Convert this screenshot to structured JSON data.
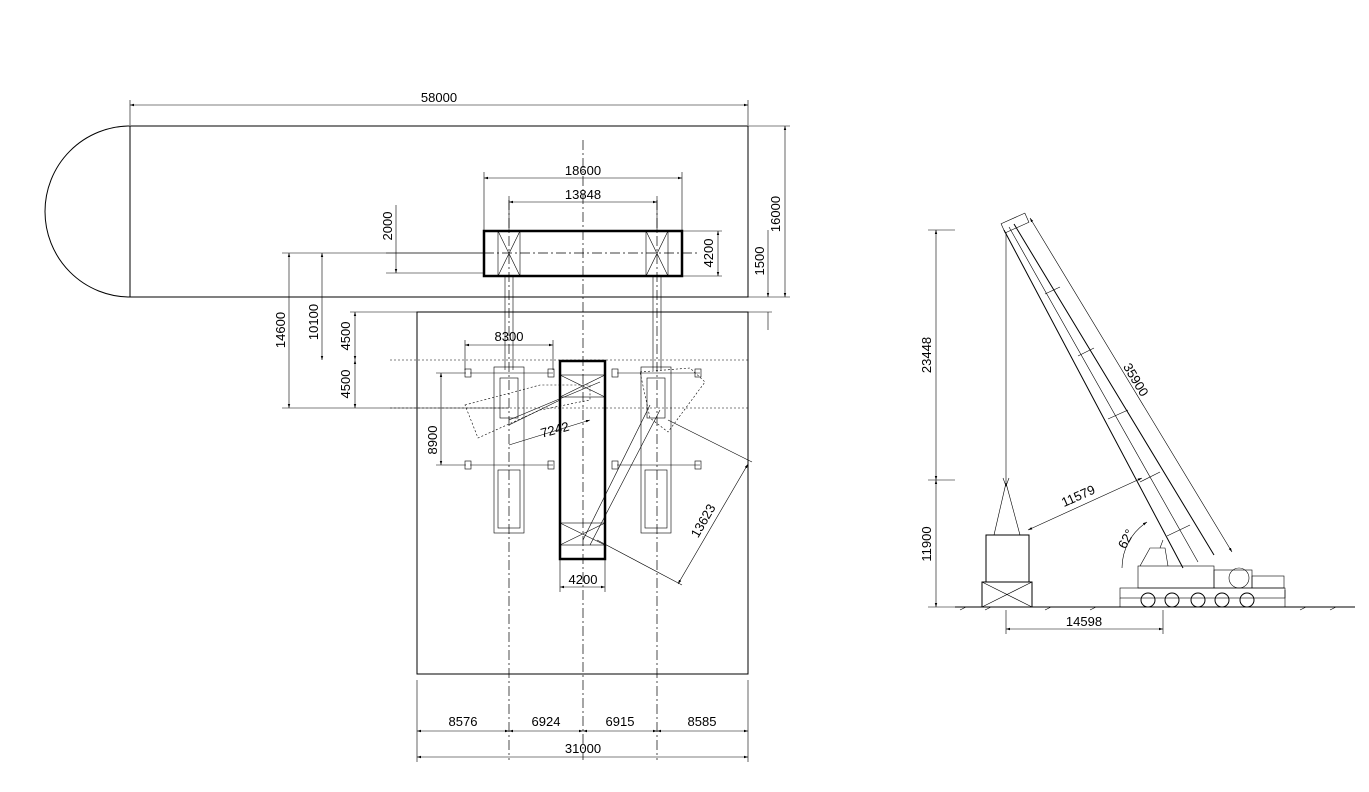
{
  "plan_view": {
    "dims": {
      "overall_length": "58000",
      "beam_length": "18600",
      "beam_span": "13848",
      "beam_offset": "2000",
      "beam_width": "4200",
      "edge_gap": "1500",
      "overall_width": "16000",
      "dim_14600": "14600",
      "dim_10100": "10100",
      "dim_4500_upper": "4500",
      "dim_4500_lower": "4500",
      "outrigger_spread": "8300",
      "outrigger_length": "8900",
      "radius_left": "7242",
      "radius_right": "13623",
      "block_width": "4200",
      "seg_1": "8576",
      "seg_2": "6924",
      "seg_3": "6915",
      "seg_4": "8585",
      "site_width": "31000"
    }
  },
  "elevation_view": {
    "dims": {
      "boom_length": "35900",
      "lift_height": "23448",
      "base_height": "11900",
      "working_radius": "11579",
      "boom_angle": "62°",
      "ground_distance": "14598"
    }
  }
}
